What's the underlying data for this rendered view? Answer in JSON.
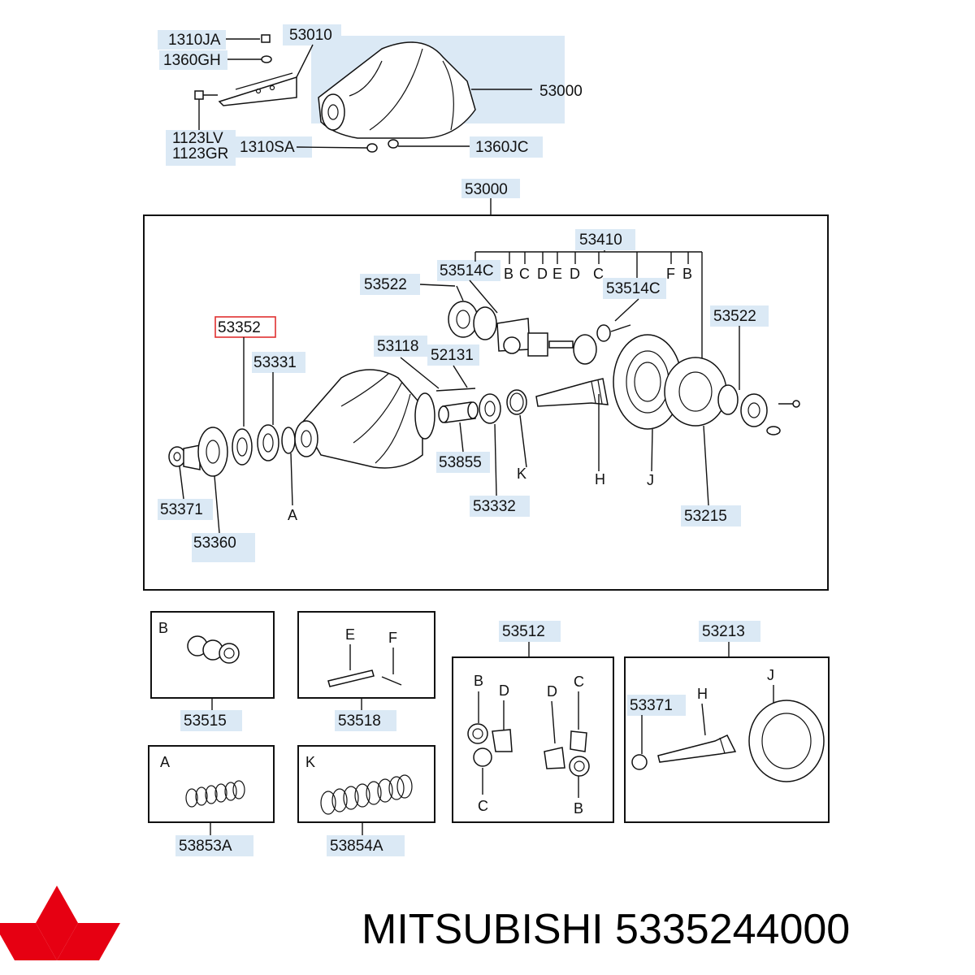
{
  "labels": {
    "p1310ja": "1310JA",
    "p1360gh": "1360GH",
    "p53010": "53010",
    "p53000_top": "53000",
    "p1123lv": "1123LV",
    "p1123gr": "1123GR",
    "p1310sa": "1310SA",
    "p1360jc": "1360JC",
    "p53000_main": "53000",
    "p53410": "53410",
    "p53514c_a": "53514C",
    "p53514c_b": "53514C",
    "p53522_a": "53522",
    "p53522_b": "53522",
    "p53352": "53352",
    "p53118": "53118",
    "p52131": "52131",
    "p53331": "53331",
    "p53855": "53855",
    "p53332": "53332",
    "p53215": "53215",
    "p53371_a": "53371",
    "p53360": "53360",
    "p53515": "53515",
    "p53518": "53518",
    "p53512": "53512",
    "p53213": "53213",
    "p53371_b": "53371",
    "p53853a": "53853A",
    "p53854a": "53854A"
  },
  "letters": {
    "top_b1": "B",
    "top_c1": "C",
    "top_d1": "D",
    "top_e": "E",
    "top_d2": "D",
    "top_c2": "C",
    "top_f": "F",
    "top_b2": "B",
    "main_a": "A",
    "main_k": "K",
    "main_h": "H",
    "main_j": "J",
    "box_b": "B",
    "box_e": "E",
    "box_f": "F",
    "box_a": "A",
    "box_k": "K",
    "s512_b1": "B",
    "s512_d1": "D",
    "s512_d2": "D",
    "s512_c1": "C",
    "s512_c2": "C",
    "s512_b2": "B",
    "s213_h": "H",
    "s213_j": "J"
  },
  "brand": {
    "text": "MITSUBISHI 5335244000"
  },
  "colors": {
    "label_bg": "#dbe9f5",
    "highlight": "#e03030",
    "logo": "#e60012"
  },
  "icons": {
    "logo": "mitsubishi-three-diamond-logo"
  }
}
